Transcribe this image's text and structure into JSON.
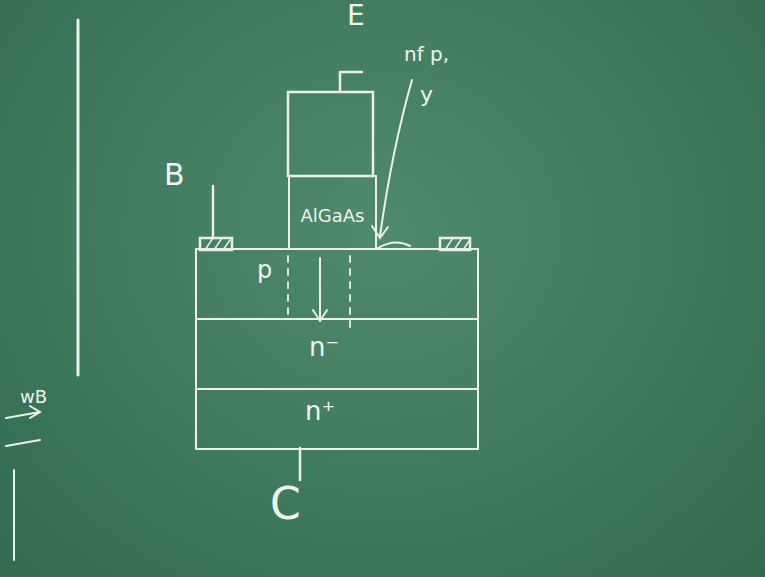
{
  "diagram": {
    "nodes": [
      {
        "text": [
          "AlGaAs"
        ]
      },
      {
        "text": [
          "p"
        ]
      },
      {
        "text": [
          "n⁻"
        ]
      },
      {
        "text": [
          "n⁺"
        ]
      }
    ],
    "labels": [
      "E",
      "B",
      "nf p,",
      "y",
      "wB",
      "C"
    ]
  }
}
